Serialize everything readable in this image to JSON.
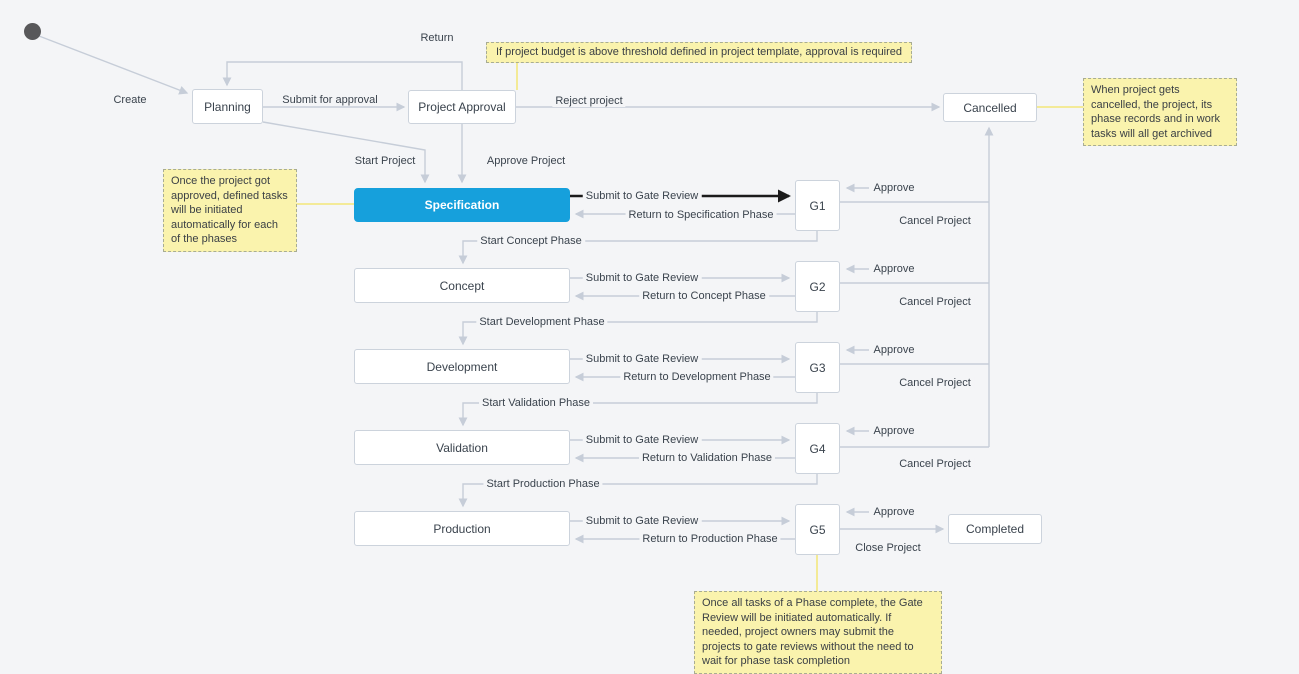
{
  "colors": {
    "canvas_bg": "#f4f5f7",
    "connector_gray": "#c6cdd8",
    "highlight_black": "#1b1b1b",
    "accent_blue": "#16a0dc",
    "note_yellow_bg": "#faf3ad",
    "note_connector_yellow": "#f3e98b",
    "start_node_gray": "#58585a"
  },
  "nodes": {
    "planning": "Planning",
    "project_approval": "Project Approval",
    "cancelled": "Cancelled",
    "completed": "Completed",
    "phases": [
      "Specification",
      "Concept",
      "Development",
      "Validation",
      "Production"
    ],
    "gates": [
      "G1",
      "G2",
      "G3",
      "G4",
      "G5"
    ]
  },
  "edges": {
    "create": "Create",
    "submit_for_approval": "Submit for approval",
    "return_label": "Return",
    "reject_project": "Reject project",
    "start_project": "Start Project",
    "approve_project": "Approve Project",
    "submit_to_gate_review": "Submit to Gate Review",
    "approve": "Approve",
    "cancel_project": "Cancel Project",
    "close_project": "Close Project",
    "return_to_phase": [
      "Return to Specification Phase",
      "Return to Concept Phase",
      "Return to Development Phase",
      "Return to Validation Phase",
      "Return to Production Phase"
    ],
    "start_phase": [
      "Start Concept Phase",
      "Start Development Phase",
      "Start Validation Phase",
      "Start Production Phase"
    ]
  },
  "notes": {
    "budget": "If project budget is above threshold defined in project template, approval is required",
    "cancelled": "When project gets cancelled, the project, its phase records and in work tasks will all get archived",
    "approved": "Once the project got approved, defined tasks will be initiated automatically for each of the phases",
    "gate_review": "Once all tasks of a Phase complete, the Gate Review will be initiated automatically. If needed, project owners may submit the projects to gate reviews without the need to wait for phase task completion"
  }
}
